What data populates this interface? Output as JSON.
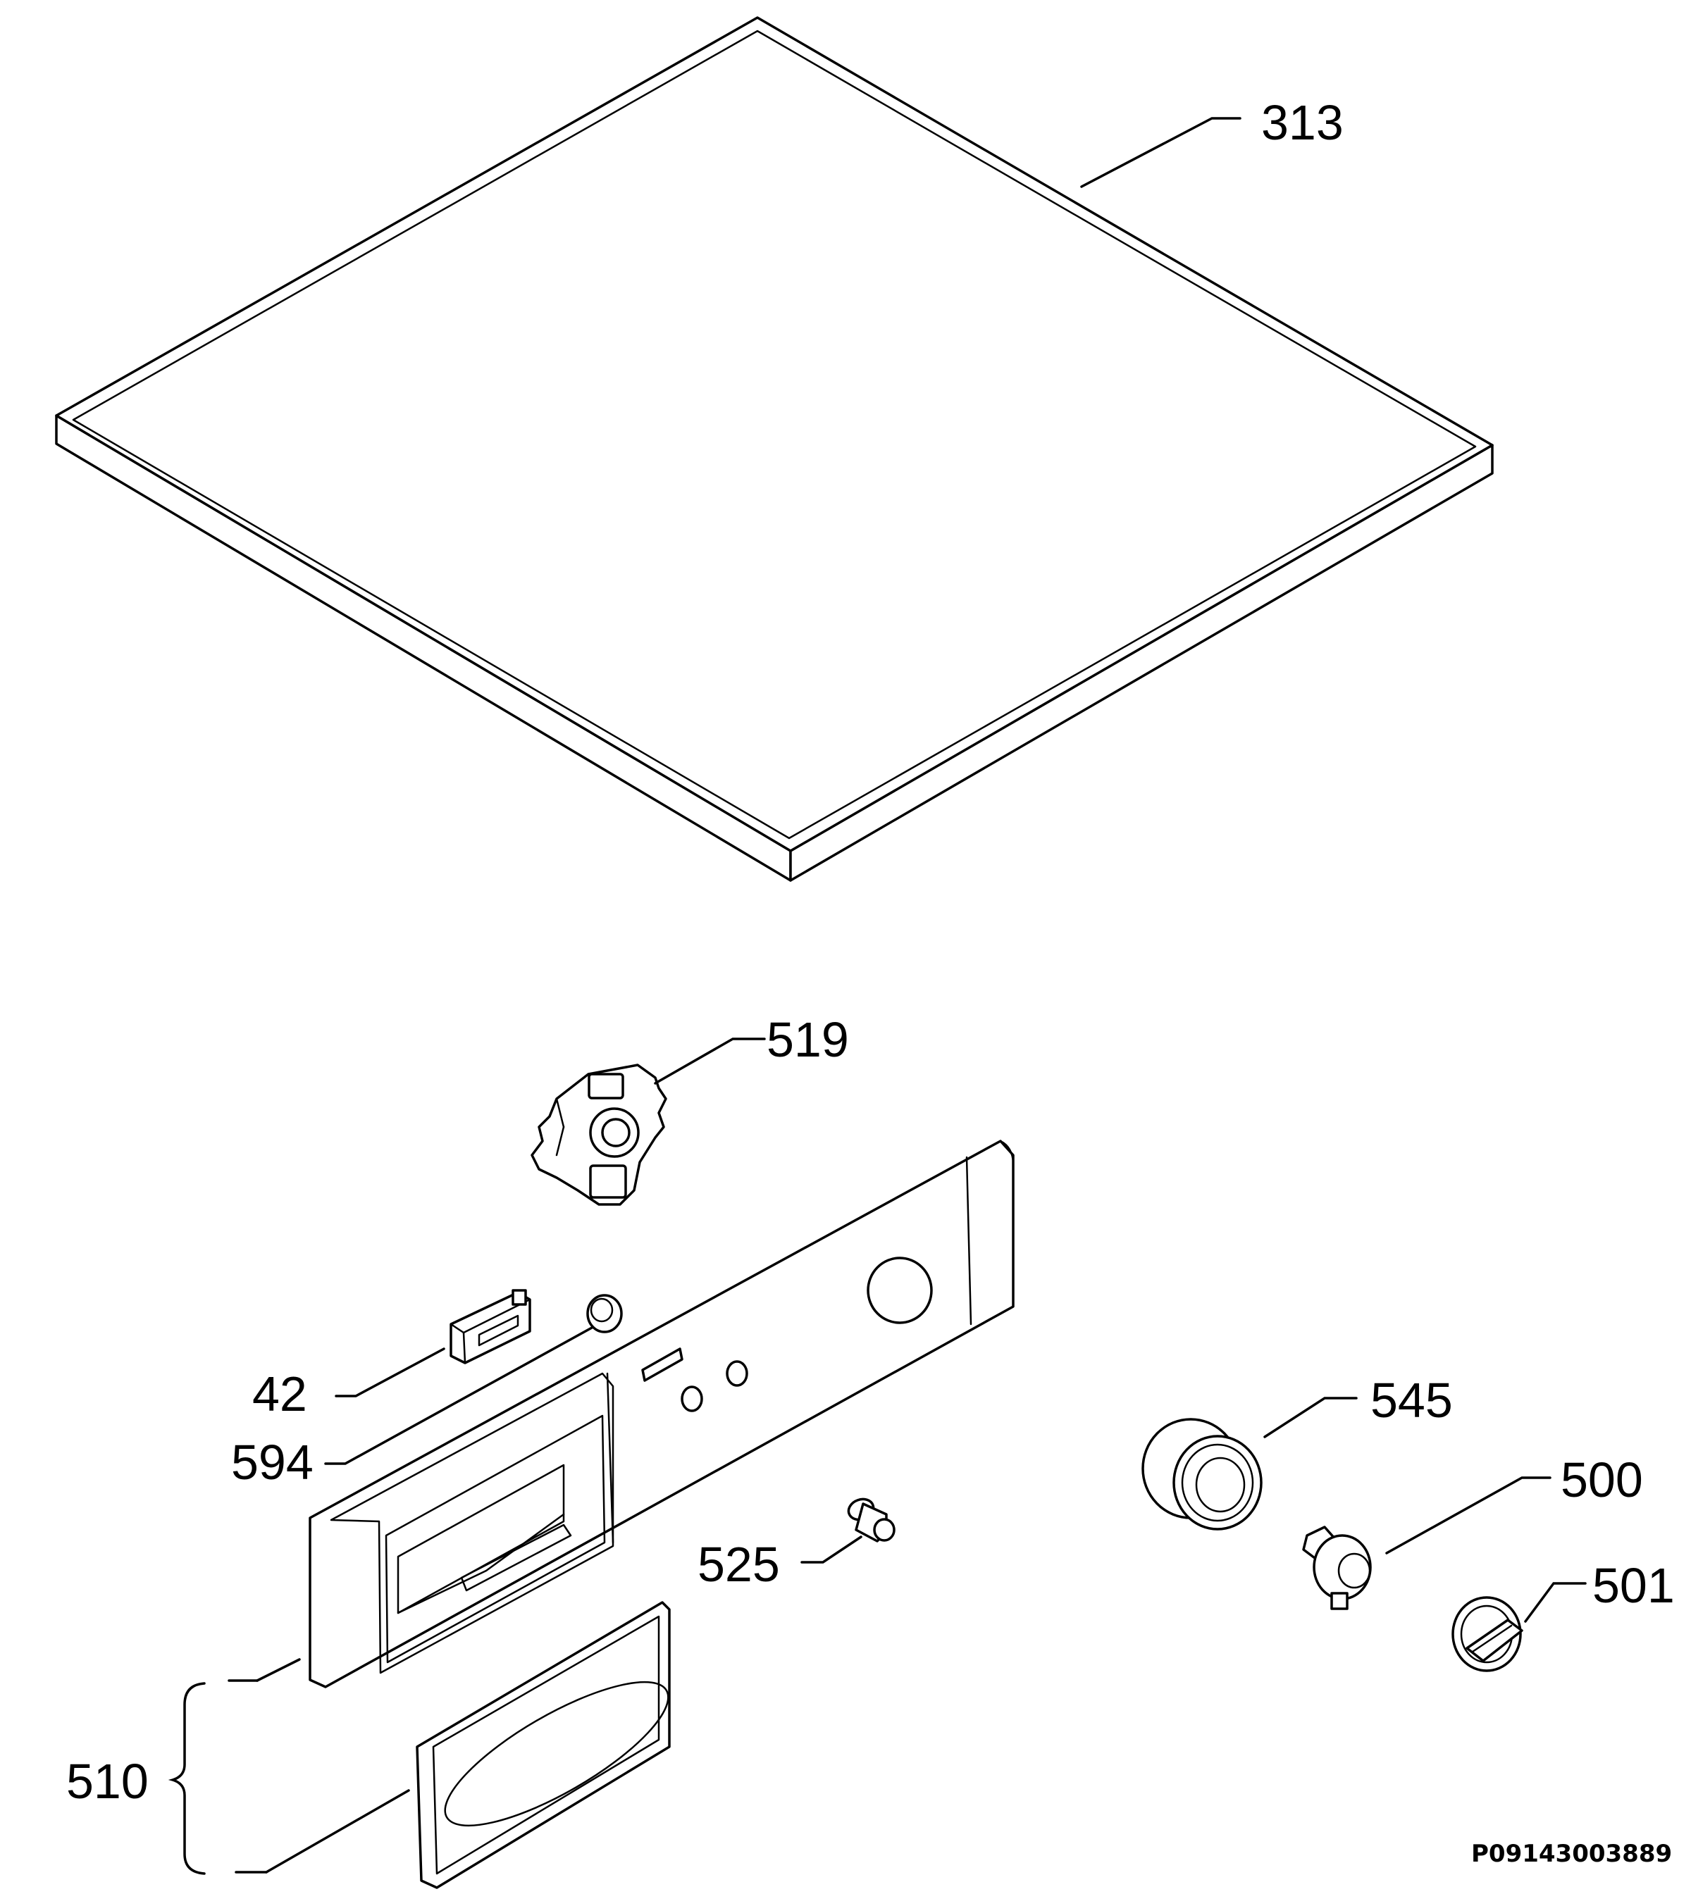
{
  "diagram": {
    "drawing_code": "P09143003889",
    "callouts": {
      "c313": "313",
      "c519": "519",
      "c42": "42",
      "c594": "594",
      "c525": "525",
      "c545": "545",
      "c500": "500",
      "c501": "501",
      "c510": "510"
    }
  }
}
